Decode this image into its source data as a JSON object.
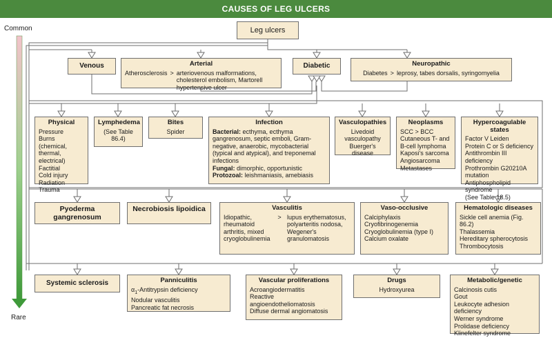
{
  "title": "CAUSES OF LEG ULCERS",
  "axis": {
    "top": "Common",
    "bottom": "Rare"
  },
  "colors": {
    "header": "#4b8a3e",
    "box_fill": "#f7ebd1",
    "connector": "#6e6e6e",
    "arrow": "#5aa847",
    "arrow_top": "#f0b8c0"
  },
  "root": "Leg ulcers",
  "tier1": {
    "venous": "Venous",
    "arterial": {
      "title": "Arterial",
      "left": "Atherosclerosis",
      "op": ">",
      "right": "arteriovenous malformations, cholesterol embolism, Martorell hypertensive ulcer"
    },
    "diabetic": "Diabetic",
    "neuropathic": {
      "title": "Neuropathic",
      "left": "Diabetes",
      "op": ">",
      "right": "leprosy, tabes dorsalis, syringomyelia"
    }
  },
  "tier2": {
    "physical": {
      "title": "Physical",
      "body": "Pressure\nBurns (chemical, thermal, electrical)\nFactitial\nCold injury\nRadiation\nTrauma"
    },
    "lymphedema": {
      "title": "Lymphedema",
      "body": "(See Table 86.4)"
    },
    "bites": {
      "title": "Bites",
      "body": "Spider"
    },
    "infection": {
      "title": "Infection",
      "bacterial_label": "Bacterial:",
      "bacterial": "ecthyma, ecthyma gangrenosum, septic emboli, Gram-negative, anaerobic, mycobacterial (typical and atypical), and treponemal infections",
      "fungal_label": "Fungal:",
      "fungal": "dimorphic, opportunistic",
      "protozoal_label": "Protozoal:",
      "protozoal": "leishmaniasis, amebiasis"
    },
    "vasculopathies": {
      "title": "Vasculopathies",
      "body": "Livedoid vasculopathy\nBuerger's disease"
    },
    "neoplasms": {
      "title": "Neoplasms",
      "body": "SCC > BCC\nCutaneous T- and B-cell lymphoma\nKaposi's sarcoma\nAngiosarcoma\nMetastases"
    },
    "hypercoagulable": {
      "title": "Hypercoagulable states",
      "body": "Factor V Leiden\nProtein C or S deficiency\nAntithrombin III deficiency\nProthrombin G20210A mutation\nAntiphospholipid syndrome\n(See Table 18.5)"
    }
  },
  "tier3": {
    "pyoderma": "Pyoderma gangrenosum",
    "necrobiosis": "Necrobiosis lipoidica",
    "vasculitis": {
      "title": "Vasculitis",
      "left": "Idiopathic, rheumatoid arthritis, mixed cryoglobulinemia",
      "op": ">",
      "right": "lupus erythematosus, polyarteritis nodosa, Wegener's granulomatosis"
    },
    "vasoocclusive": {
      "title": "Vaso-occlusive",
      "body": "Calciphylaxis\nCryofibrinogenemia\nCryoglobulinemia (type I)\nCalcium oxalate"
    },
    "hematologic": {
      "title": "Hematologic diseases",
      "body": "Sickle cell anemia (Fig. 86.2)\nThalassemia\nHereditary spherocytosis\nThrombocytosis"
    }
  },
  "tier4": {
    "systemic": "Systemic sclerosis",
    "panniculitis": {
      "title": "Panniculitis",
      "line1_alpha": "α",
      "line1_sub": "1",
      "line1_rest": "-Antitrypsin deficiency",
      "body": "Nodular vasculitis\nPancreatic fat necrosis"
    },
    "vascular_prolif": {
      "title": "Vascular proliferations",
      "body": "Acroangiodermatitis\nReactive angioendotheliomatosis\nDiffuse dermal angiomatosis"
    },
    "drugs": {
      "title": "Drugs",
      "body": "Hydroxyurea"
    },
    "metabolic": {
      "title": "Metabolic/genetic",
      "body": "Calcinosis cutis\nGout\nLeukocyte adhesion deficiency\nWerner syndrome\nProlidase deficiency\nKlinefelter syndrome"
    }
  }
}
